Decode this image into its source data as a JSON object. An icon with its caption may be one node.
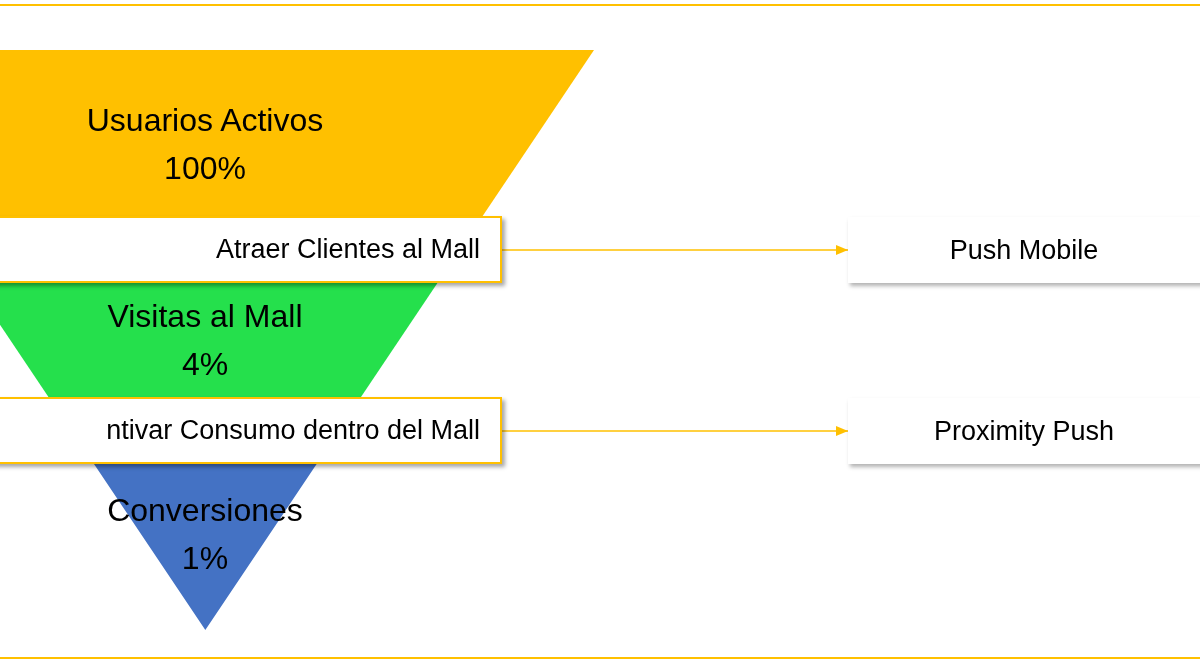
{
  "diagram": {
    "nodes": [
      {
        "text": [
          "Usuarios Activos",
          "100%"
        ]
      },
      {
        "text": [
          "Atraer Clientes al Mall"
        ]
      },
      {
        "text": [
          "Visitas al Mall",
          "4%"
        ]
      },
      {
        "text": [
          "ntivar Consumo dentro del Mall"
        ]
      },
      {
        "text": [
          "Conversiones",
          "1%"
        ]
      },
      {
        "text": [
          "Push Mobile"
        ]
      },
      {
        "text": [
          "Proximity Push"
        ]
      }
    ],
    "edges": [
      {
        "from": 1,
        "to": 5,
        "arrow": "to",
        "color": "#ffc000"
      },
      {
        "from": 3,
        "to": 6,
        "arrow": "to",
        "color": "#ffc000"
      }
    ]
  }
}
